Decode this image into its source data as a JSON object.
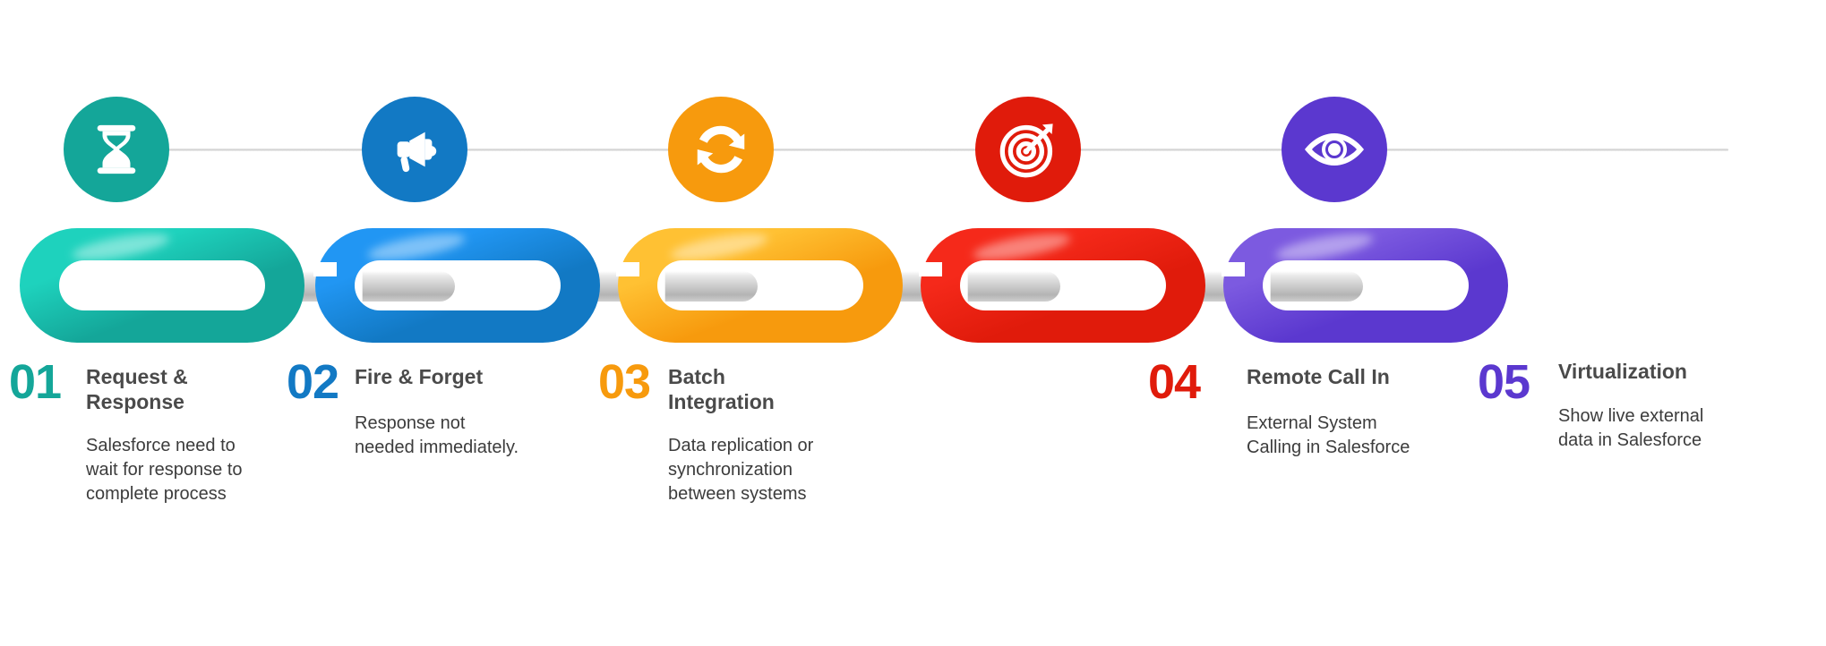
{
  "graphic": {
    "type": "chain-link process infographic",
    "background": "#ffffff",
    "pin_color": "#c4c4c4",
    "rail_color": "#e0e0e0"
  },
  "steps": [
    {
      "number": "01",
      "title": "Request &\nResponse",
      "description": "Salesforce need to\nwait for response to\ncomplete process",
      "color": "#14a699",
      "color_light": "#1ed2bd",
      "icon": "hourglass-icon"
    },
    {
      "number": "02",
      "title": "Fire & Forget",
      "description": "Response not\nneeded immediately.",
      "color": "#1279c4",
      "color_light": "#2196f3",
      "icon": "megaphone-icon"
    },
    {
      "number": "03",
      "title": "Batch\nIntegration",
      "description": "Data replication or\nsynchronization\nbetween systems",
      "color": "#f79a0d",
      "color_light": "#ffc133",
      "icon": "sync-icon"
    },
    {
      "number": "04",
      "title": "Remote Call In",
      "description": "External System\nCalling in Salesforce",
      "color": "#e01b0b",
      "color_light": "#f5291a",
      "icon": "target-icon"
    },
    {
      "number": "05",
      "title": "Virtualization",
      "description": "Show live external\ndata in Salesforce",
      "color": "#5b38cf",
      "color_light": "#7c5ae0",
      "icon": "eye-icon"
    }
  ]
}
